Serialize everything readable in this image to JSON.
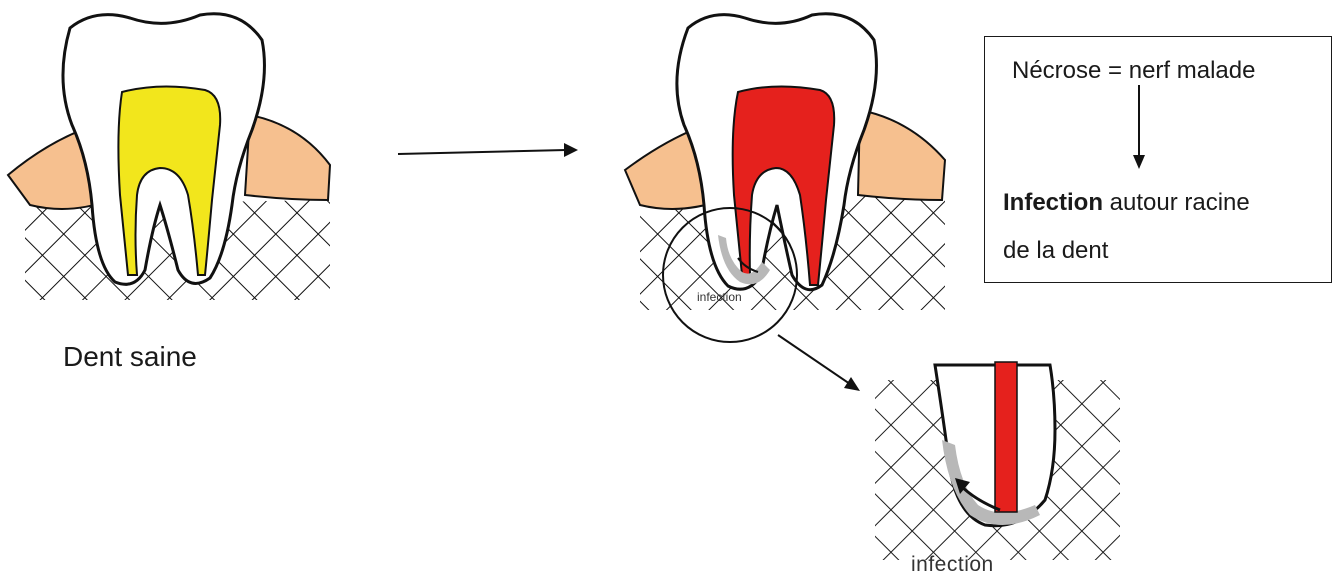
{
  "labels": {
    "healthy_tooth": "Dent saine",
    "infection_small": "infection",
    "infection_zoom": "infection"
  },
  "note": {
    "title": "Nécrose = nerf malade",
    "bold_word": "Infection",
    "line1_rest": " autour racine",
    "line2": "de la dent"
  },
  "colors": {
    "healthy_pulp": "#f2e61c",
    "necrotic_pulp": "#e5211d",
    "gum": "#f6c08f",
    "infection": "#b8b8b8",
    "outline": "#111111"
  }
}
